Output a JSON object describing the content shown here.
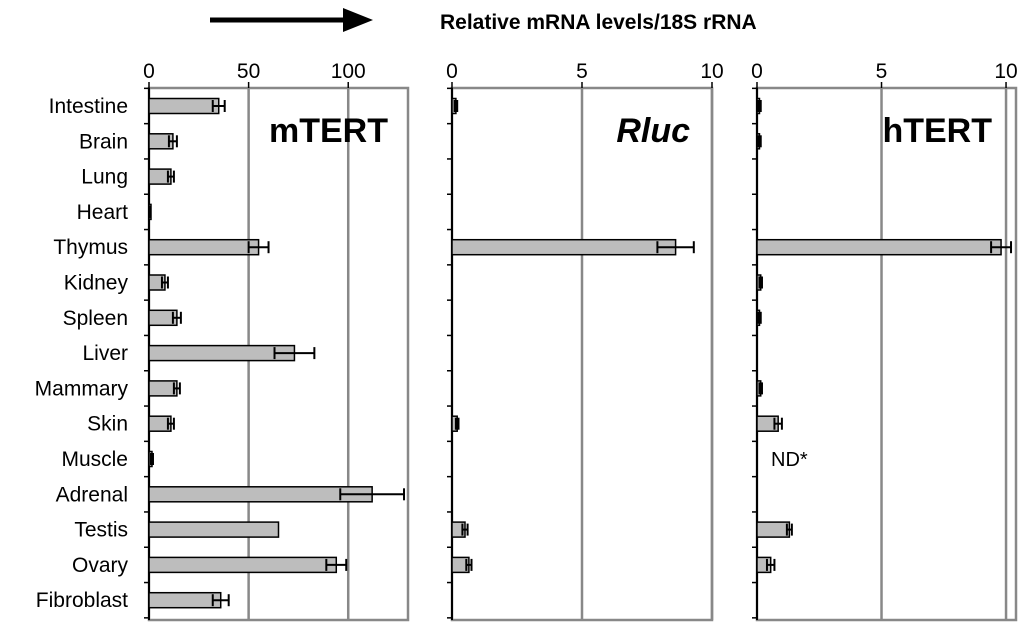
{
  "header": {
    "title": "Relative mRNA levels/18S rRNA"
  },
  "colors": {
    "bar_fill": "#bdbdbd",
    "bar_stroke": "#000000",
    "gridline": "#888888",
    "panel_border": "#888888"
  },
  "chart_data": [
    {
      "type": "bar",
      "orientation": "horizontal",
      "title": "mTERT",
      "title_italic": false,
      "categories": [
        "Intestine",
        "Brain",
        "Lung",
        "Heart",
        "Thymus",
        "Kidney",
        "Spleen",
        "Liver",
        "Mammary",
        "Skin",
        "Muscle",
        "Adrenal",
        "Testis",
        "Ovary",
        "Fibroblast"
      ],
      "values": [
        35,
        12,
        11,
        0.5,
        55,
        8,
        14,
        73,
        14,
        11,
        1.5,
        112,
        65,
        94,
        36
      ],
      "errors": [
        3,
        2,
        1.5,
        0.2,
        5,
        1.5,
        2,
        10,
        1.5,
        1.5,
        0.5,
        16,
        0,
        5,
        4
      ],
      "xlim": [
        0,
        130
      ],
      "xticks": [
        0,
        50,
        100
      ],
      "grid": true,
      "annotations": []
    },
    {
      "type": "bar",
      "orientation": "horizontal",
      "title": "Rluc",
      "title_italic": true,
      "categories": [
        "Intestine",
        "Brain",
        "Lung",
        "Heart",
        "Thymus",
        "Kidney",
        "Spleen",
        "Liver",
        "Mammary",
        "Skin",
        "Muscle",
        "Adrenal",
        "Testis",
        "Ovary",
        "Fibroblast"
      ],
      "values": [
        0.15,
        0,
        0,
        0,
        8.6,
        0,
        0,
        0,
        0,
        0.2,
        0,
        0,
        0.5,
        0.65,
        0
      ],
      "errors": [
        0.05,
        0,
        0,
        0,
        0.7,
        0,
        0,
        0,
        0,
        0.05,
        0,
        0,
        0.1,
        0.1,
        0
      ],
      "xlim": [
        0,
        10
      ],
      "xticks": [
        0,
        5,
        10
      ],
      "grid": true,
      "annotations": []
    },
    {
      "type": "bar",
      "orientation": "horizontal",
      "title": "hTERT",
      "title_italic": false,
      "categories": [
        "Intestine",
        "Brain",
        "Lung",
        "Heart",
        "Thymus",
        "Kidney",
        "Spleen",
        "Liver",
        "Mammary",
        "Skin",
        "Muscle",
        "Adrenal",
        "Testis",
        "Ovary",
        "Fibroblast"
      ],
      "values": [
        0.1,
        0.1,
        0,
        0,
        9.8,
        0.15,
        0.1,
        0,
        0.15,
        0.85,
        0,
        0,
        1.3,
        0.55,
        0
      ],
      "errors": [
        0.05,
        0.05,
        0,
        0,
        0.4,
        0.05,
        0.05,
        0,
        0.05,
        0.15,
        0,
        0,
        0.1,
        0.15,
        0
      ],
      "xlim": [
        0,
        10.4
      ],
      "xticks": [
        0,
        5,
        10
      ],
      "grid": true,
      "annotations": [
        {
          "category": "Muscle",
          "text": "ND*"
        }
      ]
    }
  ]
}
